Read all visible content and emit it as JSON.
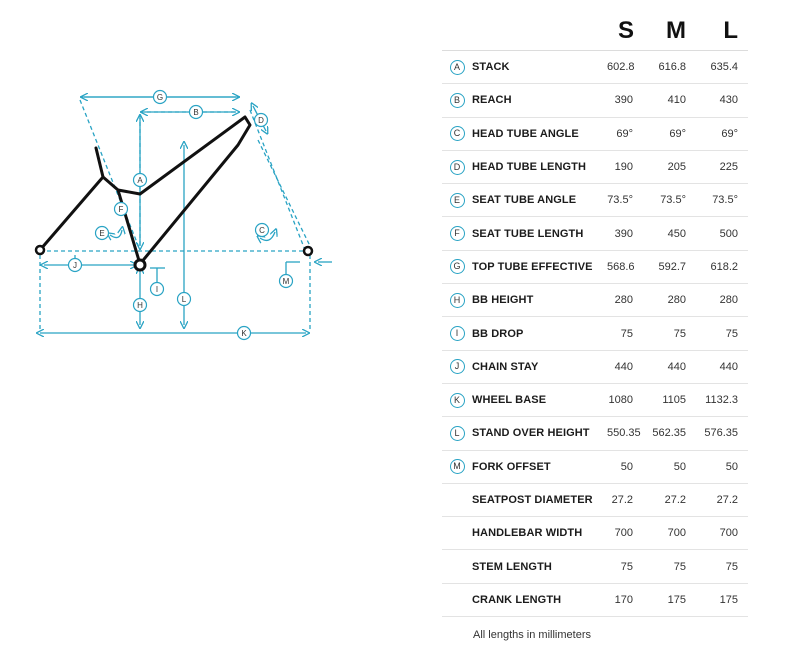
{
  "sizes": [
    "S",
    "M",
    "L"
  ],
  "rows": [
    {
      "badge": "A",
      "label": "STACK",
      "values": [
        "602.8",
        "616.8",
        "635.4"
      ]
    },
    {
      "badge": "B",
      "label": "REACH",
      "values": [
        "390",
        "410",
        "430"
      ]
    },
    {
      "badge": "C",
      "label": "HEAD TUBE ANGLE",
      "values": [
        "69°",
        "69°",
        "69°"
      ]
    },
    {
      "badge": "D",
      "label": "HEAD TUBE LENGTH",
      "values": [
        "190",
        "205",
        "225"
      ]
    },
    {
      "badge": "E",
      "label": "SEAT TUBE ANGLE",
      "values": [
        "73.5°",
        "73.5°",
        "73.5°"
      ]
    },
    {
      "badge": "F",
      "label": "SEAT TUBE LENGTH",
      "values": [
        "390",
        "450",
        "500"
      ]
    },
    {
      "badge": "G",
      "label": "TOP TUBE EFFECTIVE",
      "values": [
        "568.6",
        "592.7",
        "618.2"
      ]
    },
    {
      "badge": "H",
      "label": "BB HEIGHT",
      "values": [
        "280",
        "280",
        "280"
      ]
    },
    {
      "badge": "I",
      "label": "BB DROP",
      "values": [
        "75",
        "75",
        "75"
      ]
    },
    {
      "badge": "J",
      "label": "CHAIN STAY",
      "values": [
        "440",
        "440",
        "440"
      ]
    },
    {
      "badge": "K",
      "label": "WHEEL BASE",
      "values": [
        "1080",
        "1105",
        "1132.3"
      ]
    },
    {
      "badge": "L",
      "label": "STAND OVER HEIGHT",
      "values": [
        "550.35",
        "562.35",
        "576.35"
      ]
    },
    {
      "badge": "M",
      "label": "FORK OFFSET",
      "values": [
        "50",
        "50",
        "50"
      ]
    },
    {
      "badge": "",
      "label": "SEATPOST DIAMETER",
      "values": [
        "27.2",
        "27.2",
        "27.2"
      ]
    },
    {
      "badge": "",
      "label": "HANDLEBAR WIDTH",
      "values": [
        "700",
        "700",
        "700"
      ]
    },
    {
      "badge": "",
      "label": "STEM LENGTH",
      "values": [
        "75",
        "75",
        "75"
      ]
    },
    {
      "badge": "",
      "label": "CRANK LENGTH",
      "values": [
        "170",
        "175",
        "175"
      ]
    }
  ],
  "footnote": "All lengths in millimeters",
  "diagram": {
    "labels": [
      "A",
      "B",
      "C",
      "D",
      "E",
      "F",
      "G",
      "H",
      "I",
      "J",
      "K",
      "L",
      "M"
    ],
    "frame_color": "#111111",
    "accent_color": "#29a3c4"
  }
}
